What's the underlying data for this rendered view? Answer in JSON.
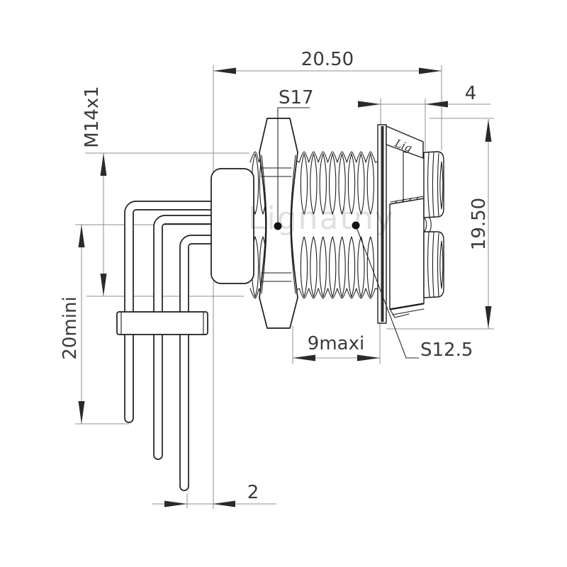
{
  "drawing": {
    "watermark": "Lignatny",
    "engraving": "Lig",
    "labels": {
      "overall_length": "20.50",
      "front_hex_size": "S17",
      "rear_section_length": "4",
      "thread_spec": "M14x1",
      "body_diameter": "19.50",
      "thread_length": "9maxi",
      "rear_hex_size": "S12.5",
      "pin_min_length": "20mini",
      "pin_offset": "2"
    },
    "colors": {
      "outline": "#1d1d1d",
      "dimension_line": "#8f8f8f",
      "dimension_text": "#3a3a3a",
      "watermark": "#dfdfdf",
      "background": "#ffffff"
    }
  }
}
